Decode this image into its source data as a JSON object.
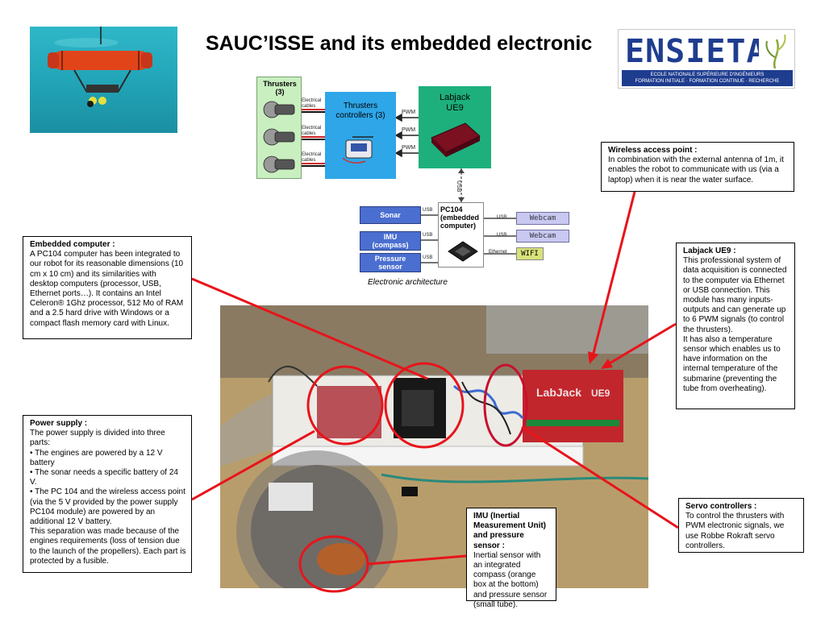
{
  "title": "SAUC’ISSE and its embedded electronic",
  "logo": {
    "text": "ENSIETA",
    "subline1": "ECOLE NATIONALE SUPÉRIEURE D'INGÉNIEURS",
    "subline2": "FORMATION INITIALE · FORMATION CONTINUE · RECHERCHE"
  },
  "architecture": {
    "thrusters": "Thrusters\n(3)",
    "controllers": "Thrusters\ncontrollers (3)",
    "labjack": "Labjack\nUE9",
    "pc104": "PC104\n(embedded\ncomputer)",
    "cables": [
      "Electrical\ncables",
      "Electrical\ncables",
      "Electrical\ncables"
    ],
    "pwm": [
      "PWM",
      "PWM",
      "PWM"
    ],
    "usb_vertical": "USB",
    "left_blocks": [
      "Sonar",
      "IMU\n(compass)",
      "Pressure\nsensor"
    ],
    "left_links": [
      "USB",
      "USB",
      "USB"
    ],
    "right_blocks": [
      "Webcam",
      "Webcam"
    ],
    "right_links": [
      "USB",
      "USB"
    ],
    "wifi": "WIFI",
    "ethernet": "Ethernet",
    "caption": "Electronic architecture"
  },
  "notes": {
    "embedded": {
      "title": "Embedded computer :",
      "body": "A PC104 computer has been integrated to our robot for its reasonable dimensions (10 cm x 10 cm) and its similarities with desktop computers (processor, USB, Ethernet ports…). It contains an Intel Celeron® 1Ghz processor, 512 Mo of RAM and a 2.5 hard drive with Windows or a compact flash memory card with Linux."
    },
    "power": {
      "title": "Power supply :",
      "body": "The power supply is divided into three parts:\n• The engines are powered by a 12 V battery\n• The sonar needs a specific battery of 24 V.\n• The PC 104 and the wireless access point (via the 5 V provided by the power supply PC104 module) are powered by an additional 12 V battery.\nThis separation was made because of the engines requirements  (loss of tension due to the launch of the propellers). Each part is protected by a fusible."
    },
    "wireless": {
      "title": "Wireless access point :",
      "body": "In combination with the external antenna of 1m, it enables the robot to communicate with us (via a laptop) when it is near the water surface."
    },
    "labjack": {
      "title": "Labjack UE9 :",
      "body": "This professional system of data acquisition is connected to the computer via Ethernet or USB connection. This module has many inputs-outputs and can generate up to 6 PWM signals (to control the thrusters).\nIt has also a temperature sensor which enables us to have information on the internal temperature of the submarine (preventing the tube from overheating)."
    },
    "servo": {
      "title": "Servo controllers :",
      "body": "To control the thrusters with PWM electronic signals, we use Robbe Rokraft servo controllers."
    },
    "imu": {
      "title": "IMU (Inertial Measurement Unit) and pressure sensor :",
      "body": "Inertial sensor with an integrated compass (orange box at the bottom) and  pressure sensor (small tube)."
    }
  },
  "photo_labels": {
    "labjack_brand": "LabJack",
    "labjack_model": "UE9"
  },
  "colors": {
    "pointer": "#e8141a",
    "pointer_dark": "#c8102e",
    "controllers_block": "#2ea6e8",
    "labjack_block": "#1db07d",
    "thrusters_block": "#c9efc0",
    "sensor_blocks": "#4a6fd0",
    "webcam_blocks": "#c8c8f0",
    "logo_blue": "#1f3d8f"
  }
}
